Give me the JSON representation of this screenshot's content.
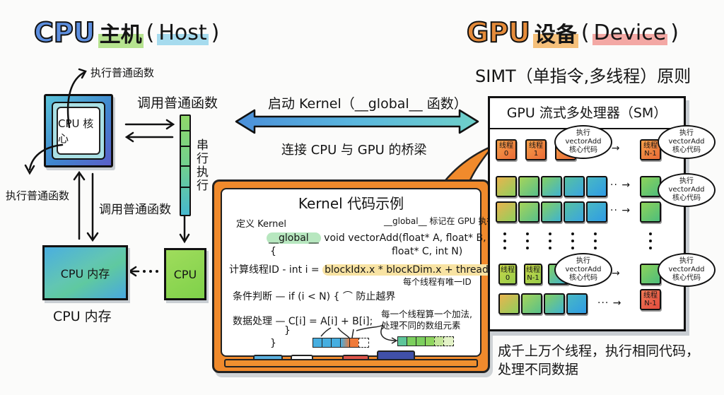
{
  "host": {
    "title_prefix": "CPU",
    "title_main": "主机",
    "title_paren_open": "(",
    "title_sub": "Host",
    "title_paren_close": ")",
    "cpu_core_label": "CPU 核心",
    "exec_top_label": "执行普通函数",
    "exec_left_label": "执行普通函数",
    "call_top_label": "调用普通函数",
    "call_mid_label": "调用普通函数",
    "serial_label": "串行执行",
    "cpu_memory_box_label": "CPU 内存",
    "cpu_memory_caption": "CPU 内存",
    "cpu_box_label": "CPU"
  },
  "bridge": {
    "top_label": "启动 Kernel（__global__ 函数）",
    "bottom_label": "连接 CPU 与 GPU 的桥梁"
  },
  "device": {
    "title_prefix": "GPU",
    "title_main": "设备",
    "title_paren_open": "(",
    "title_sub": "Device",
    "title_paren_close": ")",
    "simt_label": "SIMT（单指令,多线程）原则",
    "sm_title": "GPU 流式多处理器（SM）",
    "bubble_text_line1": "执行 vectorAdd",
    "bubble_text_line2": "核心代码",
    "thread_word": "线程",
    "thread_ids": [
      "0",
      "1",
      "N-1",
      "0",
      "N-1",
      "N-1"
    ],
    "footer_line1": "成千上万个线程，执行相同代码，",
    "footer_line2": "处理不同数据"
  },
  "kernel": {
    "title": "Kernel 代码示例",
    "define_label": "定义 Kernel",
    "global_note": "__global__ 标记在 GPU 执行",
    "code_global": "__global__",
    "code_sig_1": "void vectorAdd(float* A, float* B,",
    "code_sig_2": "float* C, int N)",
    "brace_open": "{",
    "compute_label": "计算线程ID",
    "code_int": "int i = ",
    "code_index": "blockIdx.x * blockDim.x + threadIdx.x;",
    "unique_note": "每个线程有唯一ID",
    "cond_label": "条件判断",
    "code_if": "if (i < N) {",
    "bounds_note": "防止越界",
    "data_label": "数据处理",
    "code_add": "C[i] = A[i] + B[i];",
    "brace_close_inner": "}",
    "brace_close_outer": "}",
    "add_note_1": "每一个线程算一个加法,",
    "add_note_2": "处理不同的数组元素"
  }
}
